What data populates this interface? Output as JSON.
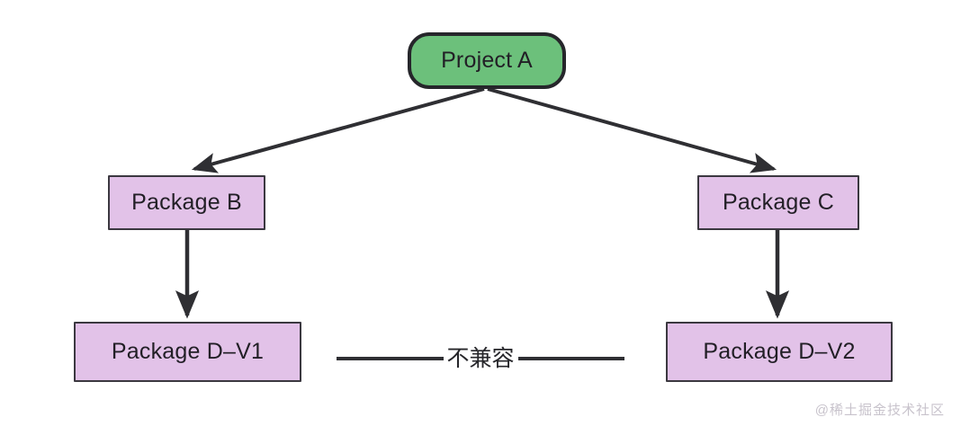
{
  "diagram": {
    "title_node": {
      "label": "Project A",
      "fill": "#6cc07b",
      "stroke": "#26262b"
    },
    "packages": [
      {
        "id": "b",
        "label": "Package B",
        "fill": "#e2c2e8",
        "stroke": "#3b3840"
      },
      {
        "id": "c",
        "label": "Package C",
        "fill": "#e2c2e8",
        "stroke": "#3b3840"
      },
      {
        "id": "d1",
        "label": "Package D–V1",
        "fill": "#e2c2e8",
        "stroke": "#3b3840"
      },
      {
        "id": "d2",
        "label": "Package D–V2",
        "fill": "#e2c2e8",
        "stroke": "#3b3840"
      }
    ],
    "relation": {
      "label": "不兼容",
      "line_color": "#2f2f33"
    },
    "edges": [
      {
        "from": "Project A",
        "to": "Package B",
        "kind": "arrow"
      },
      {
        "from": "Project A",
        "to": "Package C",
        "kind": "arrow"
      },
      {
        "from": "Package B",
        "to": "Package D–V1",
        "kind": "arrow"
      },
      {
        "from": "Package C",
        "to": "Package D–V2",
        "kind": "arrow"
      },
      {
        "from": "Package D–V1",
        "to": "Package D–V2",
        "kind": "incompatible-line"
      }
    ],
    "edge_color": "#2f2f33",
    "background": "#ffffff"
  },
  "watermark": {
    "text": "@稀土掘金技术社区"
  }
}
